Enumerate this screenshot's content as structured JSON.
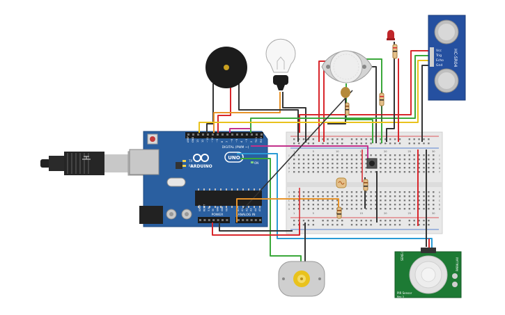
{
  "arduino": {
    "brand": "ARDUINO",
    "model": "UNO",
    "digital_label": "DIGITAL (PWM ~)",
    "analog_label": "ANALOG IN",
    "power_label": "POWER",
    "tx_label": "TX",
    "rx_label": "RX",
    "on_label": "ON",
    "top_pins": [
      "AREF",
      "GND",
      "13",
      "12",
      "~11",
      "~10",
      "~9",
      "8",
      "7",
      "~6",
      "~5",
      "4",
      "~3",
      "2",
      "TX 1",
      "RX 0"
    ],
    "power_pins": [
      "IOREF",
      "RESET",
      "3.3V",
      "5V",
      "GND",
      "GND",
      "Vin"
    ],
    "analog_pins": [
      "A0",
      "A1",
      "A2",
      "A3",
      "A4",
      "A5"
    ],
    "board_color": "#2a5fa0"
  },
  "ultrasonic": {
    "model": "HC-SR04",
    "pins": [
      "Vcc",
      "Trig",
      "Echo",
      "Gnd"
    ],
    "color": "#2550a0"
  },
  "pir": {
    "left_text": "PIR Sensor",
    "sub_text": "Rev 3",
    "mid_text": "SENS / DELAY",
    "right_text": "PARALLAX",
    "color": "#1d7a34"
  },
  "breadboard": {
    "columns": [
      "1",
      "5",
      "10",
      "15",
      "20",
      "25",
      "30"
    ],
    "rows": [
      "a",
      "b",
      "c",
      "d",
      "e",
      "f",
      "g",
      "h",
      "i",
      "j"
    ]
  },
  "colors": {
    "red_wire": "#d8262b",
    "black_wire": "#333333",
    "yellow_wire": "#e9c21c",
    "green_wire": "#3aa83a",
    "orange_wire": "#e8942a",
    "magenta_wire": "#c2308a",
    "blue_wire": "#2a9bd6"
  },
  "icons": [
    "usb-cable-icon",
    "buzzer-icon",
    "light-bulb-icon",
    "gas-sensor-icon",
    "led-icon",
    "dc-motor-icon",
    "pushbutton-icon",
    "photoresistor-icon"
  ]
}
